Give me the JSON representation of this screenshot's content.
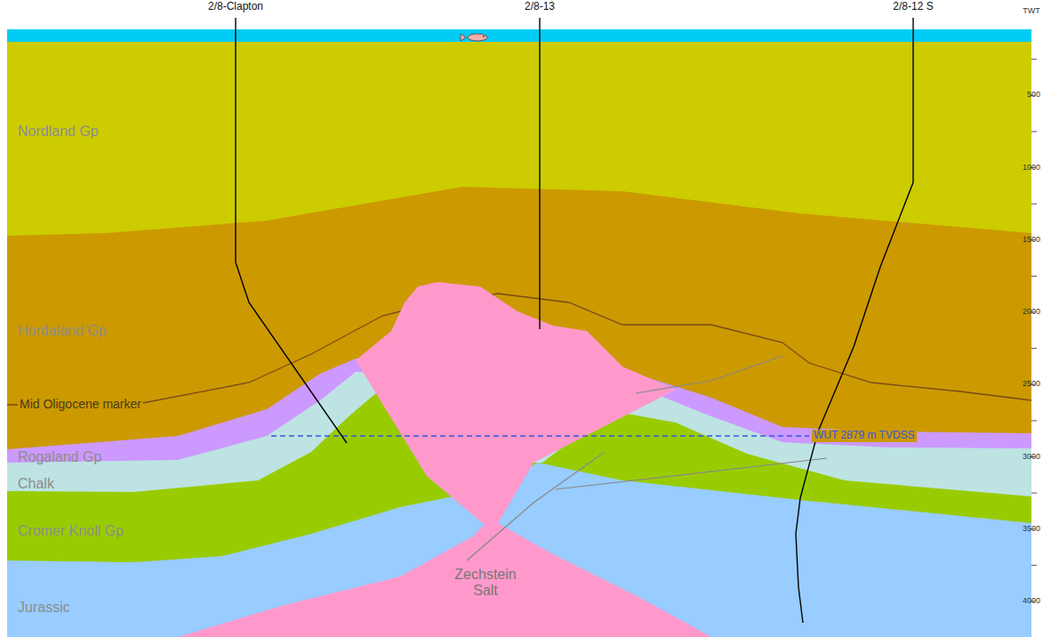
{
  "diagram": {
    "labels": [
      "2/8-Clapton",
      "2/8-13",
      "2/8-12 S",
      "TWT",
      "500",
      "1000",
      "1500",
      "2000",
      "2500",
      "3000",
      "3500",
      "4000",
      "Nordland Gp",
      "Hordaland Gp",
      "Mid Oligocene marker",
      "Rogaland Gp",
      "Chalk",
      "Cromer Knoll Gp",
      "Jurassic",
      "Zechstein Salt",
      "WUT 2879 m TVDSS"
    ]
  }
}
